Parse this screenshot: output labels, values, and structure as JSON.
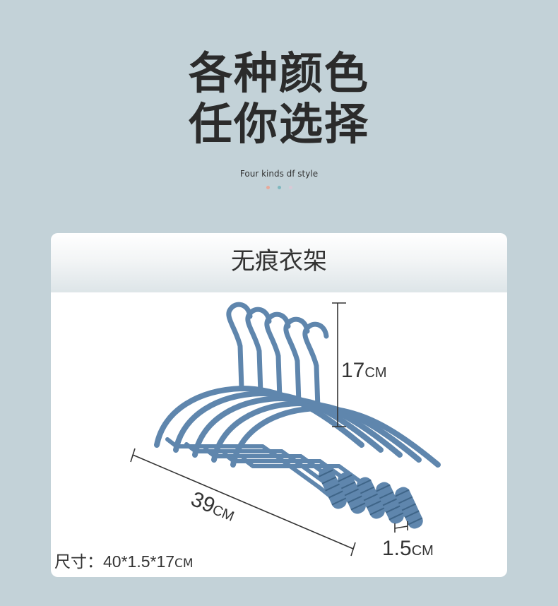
{
  "headline": {
    "line1": "各种颜色",
    "line2": "任你选择"
  },
  "subtitle": "Four kinds df style",
  "dots": {
    "colors": [
      "#e8a99a",
      "#7fb8bf",
      "#d9c9d6"
    ]
  },
  "card": {
    "title": "无痕衣架"
  },
  "product": {
    "color": "#5f86ad",
    "color_dark": "#3f6588",
    "height": {
      "value": "17",
      "unit": "CM"
    },
    "width": {
      "value": "39",
      "unit": "CM"
    },
    "depth": {
      "value": "1.5",
      "unit": "CM"
    },
    "size_label": "尺寸：",
    "size_value": "40*1.5*17",
    "size_unit": "CM"
  }
}
